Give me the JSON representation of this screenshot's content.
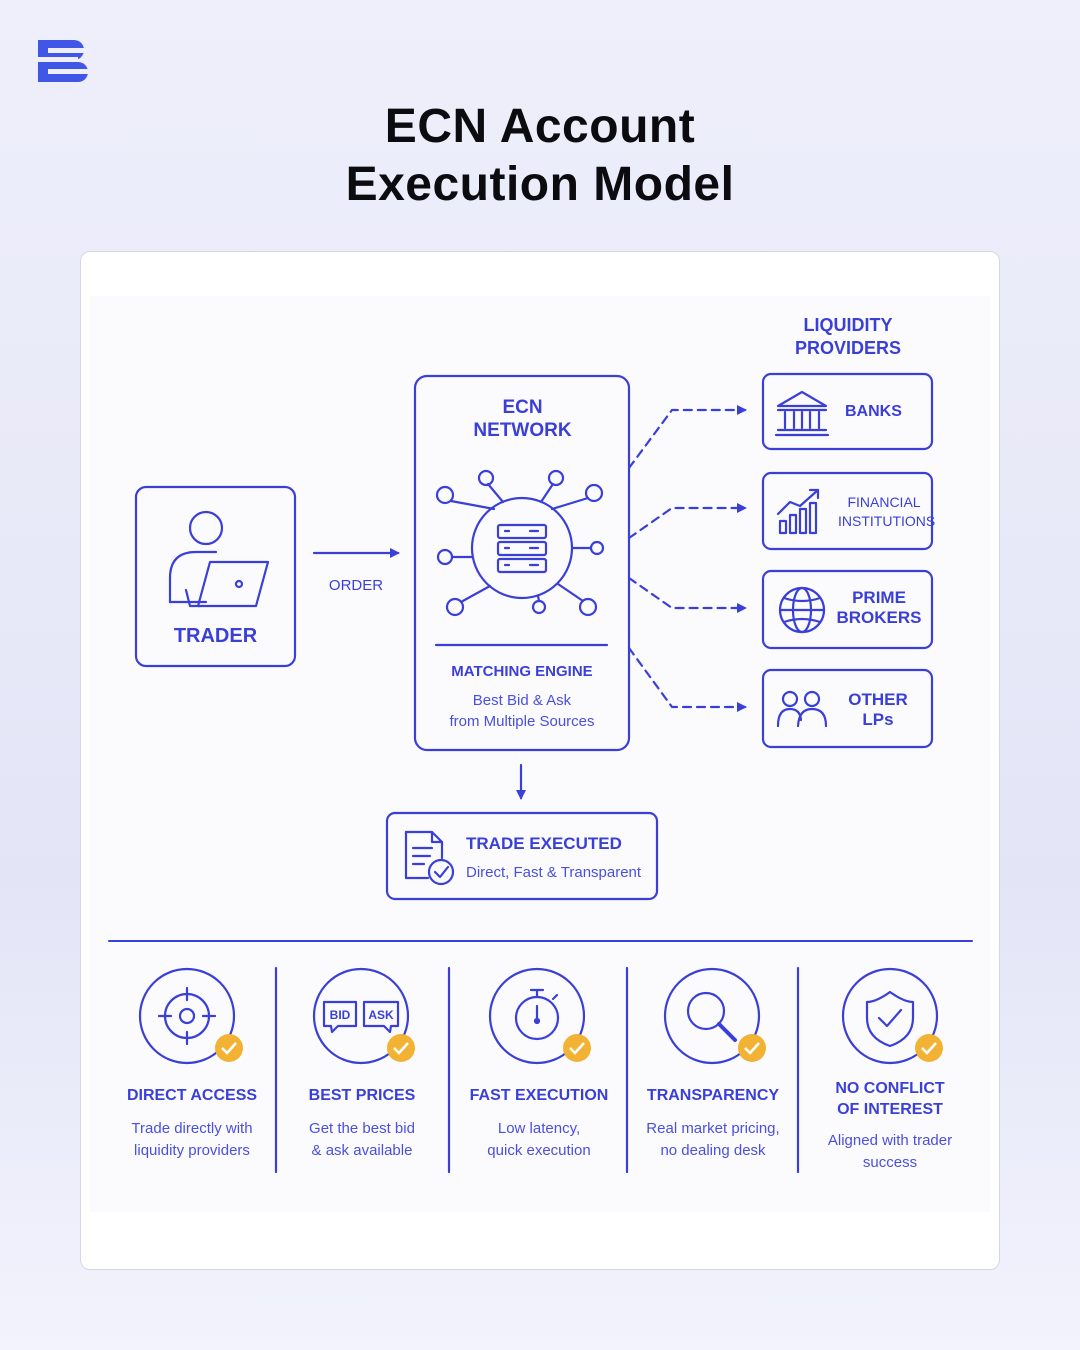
{
  "title_line1": "ECN Account",
  "title_line2": "Execution Model",
  "colors": {
    "accent": "#3a3fd8",
    "check": "#f2b233",
    "title": "#0b0b10",
    "background": "#eeeffb"
  },
  "trader": {
    "label": "TRADER",
    "icon": "person-laptop-icon"
  },
  "order_label": "ORDER",
  "ecn": {
    "title_line1": "ECN",
    "title_line2": "NETWORK",
    "icon": "server-network-icon",
    "engine_label": "MATCHING ENGINE",
    "engine_line1": "Best Bid & Ask",
    "engine_line2": "from Multiple Sources"
  },
  "liquidity": {
    "title_line1": "LIQUIDITY",
    "title_line2": "PROVIDERS",
    "providers": [
      {
        "line1": "BANKS",
        "line2": "",
        "icon": "bank-icon"
      },
      {
        "line1": "FINANCIAL",
        "line2": "INSTITUTIONS",
        "icon": "growth-chart-icon"
      },
      {
        "line1": "PRIME",
        "line2": "BROKERS",
        "icon": "globe-icon"
      },
      {
        "line1": "OTHER",
        "line2": "LPs",
        "icon": "users-icon"
      }
    ]
  },
  "trade": {
    "title": "TRADE EXECUTED",
    "subtitle": "Direct, Fast & Transparent",
    "icon": "document-check-icon"
  },
  "features": [
    {
      "title_line1": "DIRECT ACCESS",
      "title_line2": "",
      "desc_line1": "Trade directly with",
      "desc_line2": "liquidity providers",
      "icon": "target-icon"
    },
    {
      "title_line1": "BEST PRICES",
      "title_line2": "",
      "desc_line1": "Get the best bid",
      "desc_line2": "& ask available",
      "icon": "bid-ask-icon",
      "badge_bid": "BID",
      "badge_ask": "ASK"
    },
    {
      "title_line1": "FAST EXECUTION",
      "title_line2": "",
      "desc_line1": "Low latency,",
      "desc_line2": "quick execution",
      "icon": "stopwatch-icon"
    },
    {
      "title_line1": "TRANSPARENCY",
      "title_line2": "",
      "desc_line1": "Real market pricing,",
      "desc_line2": "no dealing desk",
      "icon": "magnifier-icon"
    },
    {
      "title_line1": "NO CONFLICT",
      "title_line2": "OF INTEREST",
      "desc_line1": "Aligned with trader",
      "desc_line2": "success",
      "icon": "shield-check-icon"
    }
  ]
}
